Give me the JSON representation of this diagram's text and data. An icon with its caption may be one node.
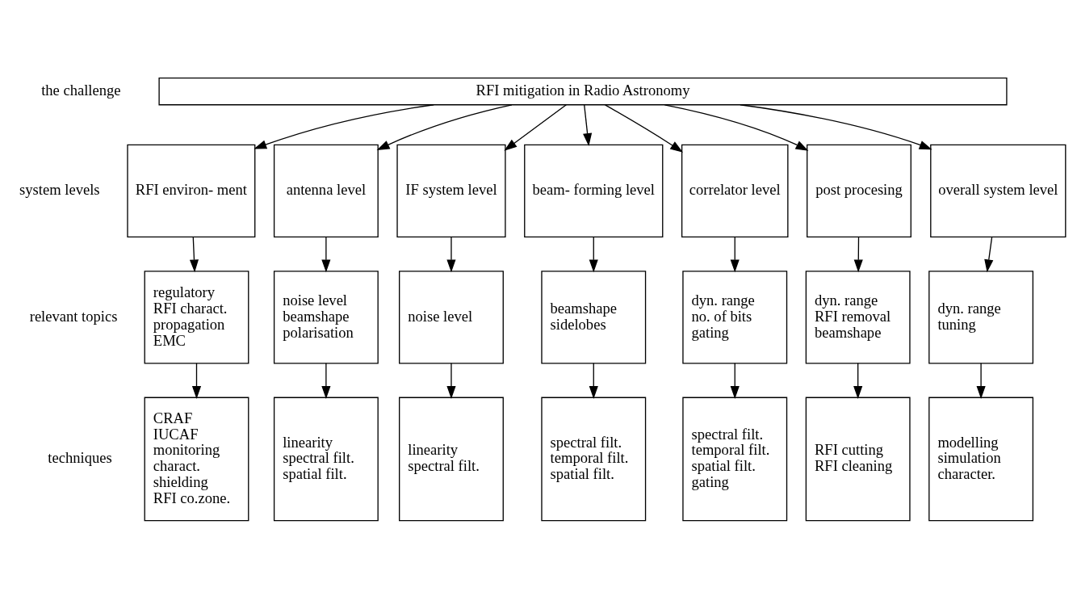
{
  "diagram": {
    "nodes": [
      {
        "text": [
          "RFI mitigation in Radio Astronomy"
        ]
      },
      {
        "text": [
          "RFI environ- ment"
        ]
      },
      {
        "text": [
          "antenna level"
        ]
      },
      {
        "text": [
          "IF system level"
        ]
      },
      {
        "text": [
          "beam- forming level"
        ]
      },
      {
        "text": [
          "correlator level"
        ]
      },
      {
        "text": [
          "post procesing"
        ]
      },
      {
        "text": [
          "overall system level"
        ]
      },
      {
        "text": [
          "regulatory",
          "RFI charact.",
          "propagation",
          "EMC"
        ]
      },
      {
        "text": [
          "noise level",
          "beamshape",
          "polarisation"
        ]
      },
      {
        "text": [
          "noise level"
        ]
      },
      {
        "text": [
          "beamshape",
          "sidelobes"
        ]
      },
      {
        "text": [
          "dyn. range",
          "no. of bits",
          "gating"
        ]
      },
      {
        "text": [
          "dyn. range",
          "RFI removal",
          "beamshape"
        ]
      },
      {
        "text": [
          "dyn. range",
          "tuning"
        ]
      },
      {
        "text": [
          "CRAF",
          "IUCAF",
          "monitoring",
          "charact.",
          "shielding",
          "RFI co.zone."
        ]
      },
      {
        "text": [
          "linearity",
          "spectral filt.",
          "spatial filt."
        ]
      },
      {
        "text": [
          "linearity",
          "spectral filt."
        ]
      },
      {
        "text": [
          "spectral filt.",
          "temporal filt.",
          "spatial filt."
        ]
      },
      {
        "text": [
          "spectral filt.",
          "temporal filt.",
          "spatial filt.",
          "gating"
        ]
      },
      {
        "text": [
          "RFI cutting",
          "RFI cleaning"
        ]
      },
      {
        "text": [
          "modelling",
          "simulation",
          "character."
        ]
      }
    ],
    "edges": [
      {
        "from": 0,
        "to": 1,
        "arrow": "to"
      },
      {
        "from": 0,
        "to": 2,
        "arrow": "to"
      },
      {
        "from": 0,
        "to": 3,
        "arrow": "to"
      },
      {
        "from": 0,
        "to": 4,
        "arrow": "to"
      },
      {
        "from": 0,
        "to": 5,
        "arrow": "to"
      },
      {
        "from": 0,
        "to": 6,
        "arrow": "to"
      },
      {
        "from": 0,
        "to": 7,
        "arrow": "to"
      },
      {
        "from": 1,
        "to": 8,
        "arrow": "to"
      },
      {
        "from": 2,
        "to": 9,
        "arrow": "to"
      },
      {
        "from": 3,
        "to": 10,
        "arrow": "to"
      },
      {
        "from": 4,
        "to": 11,
        "arrow": "to"
      },
      {
        "from": 5,
        "to": 12,
        "arrow": "to"
      },
      {
        "from": 6,
        "to": 13,
        "arrow": "to"
      },
      {
        "from": 7,
        "to": 14,
        "arrow": "to"
      },
      {
        "from": 8,
        "to": 15,
        "arrow": "to"
      },
      {
        "from": 9,
        "to": 16,
        "arrow": "to"
      },
      {
        "from": 10,
        "to": 17,
        "arrow": "to"
      },
      {
        "from": 11,
        "to": 18,
        "arrow": "to"
      },
      {
        "from": 12,
        "to": 19,
        "arrow": "to"
      },
      {
        "from": 13,
        "to": 20,
        "arrow": "to"
      },
      {
        "from": 14,
        "to": 21,
        "arrow": "to"
      }
    ],
    "labels": [
      "the challenge",
      "system levels",
      "relevant topics",
      "techniques"
    ]
  }
}
